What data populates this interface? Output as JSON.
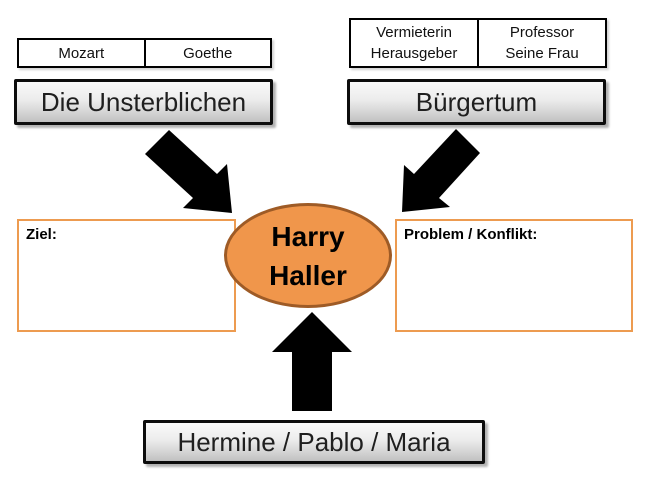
{
  "immortals": {
    "roles": [
      "Mozart",
      "Goethe"
    ],
    "label": "Die Unsterblichen"
  },
  "bourgeoisie": {
    "roles": [
      {
        "line1": "Vermieterin",
        "line2": "Herausgeber"
      },
      {
        "line1": "Professor",
        "line2": "Seine Frau"
      }
    ],
    "label": "Bürgertum"
  },
  "protagonist": {
    "line1": "Harry",
    "line2": "Haller"
  },
  "goal": {
    "label": "Ziel:"
  },
  "conflict": {
    "label": "Problem / Konflikt:"
  },
  "companions": {
    "label": "Hermine / Pablo / Maria"
  },
  "colors": {
    "ellipse_fill": "#F0964B",
    "ellipse_border": "#9E5B26",
    "field_border": "#ED9B50",
    "arrow": "#000000"
  }
}
